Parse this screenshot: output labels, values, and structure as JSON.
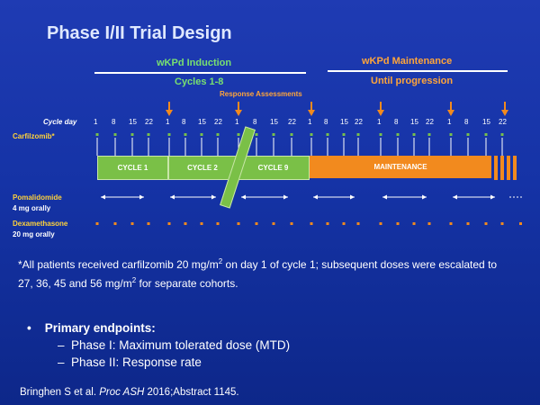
{
  "title": "Phase I/II Trial Design",
  "induction": {
    "label": "wKPd Induction",
    "sublabel": "Cycles 1-8"
  },
  "maintenance": {
    "label": "wKPd Maintenance",
    "sublabel": "Until progression"
  },
  "response_label": "Response Assessments",
  "cycle_day_label": "Cycle day",
  "carfilzomib_label": "Carfilzomib*",
  "cycle_days": [
    "1",
    "8",
    "15",
    "22",
    "1",
    "8",
    "15",
    "22",
    "1",
    "8",
    "15",
    "22",
    "1",
    "8",
    "15",
    "22",
    "1",
    "8",
    "15",
    "22",
    "1",
    "8",
    "15",
    "22"
  ],
  "cycles": [
    "CYCLE 1",
    "CYCLE 2",
    "CYCLE 9",
    "MAINTENANCE"
  ],
  "pomalidomide": {
    "name": "Pomalidomide",
    "dose": "4 mg orally"
  },
  "dexamethasone": {
    "name": "Dexamethasone",
    "dose": "20 mg orally"
  },
  "footnote_part1": "*All patients received carfilzomib 20 mg/m",
  "footnote_sup1": "2",
  "footnote_part2": " on day 1 of cycle 1; subsequent doses were escalated to 27, 36, 45 and 56 mg/m",
  "footnote_sup2": "2",
  "footnote_part3": " for separate cohorts.",
  "primary_endpoints": {
    "heading": "Primary endpoints:",
    "items": [
      "Phase I: Maximum tolerated dose (MTD)",
      "Phase II: Response rate"
    ]
  },
  "reference": {
    "authors": "Bringhen S et al. ",
    "journal": "Proc ASH",
    "rest": " 2016;Abstract 1145."
  },
  "colors": {
    "green": "#78c04a",
    "orange": "#f28a1e",
    "yellow": "#ffd23a",
    "background": "#1533a6"
  }
}
